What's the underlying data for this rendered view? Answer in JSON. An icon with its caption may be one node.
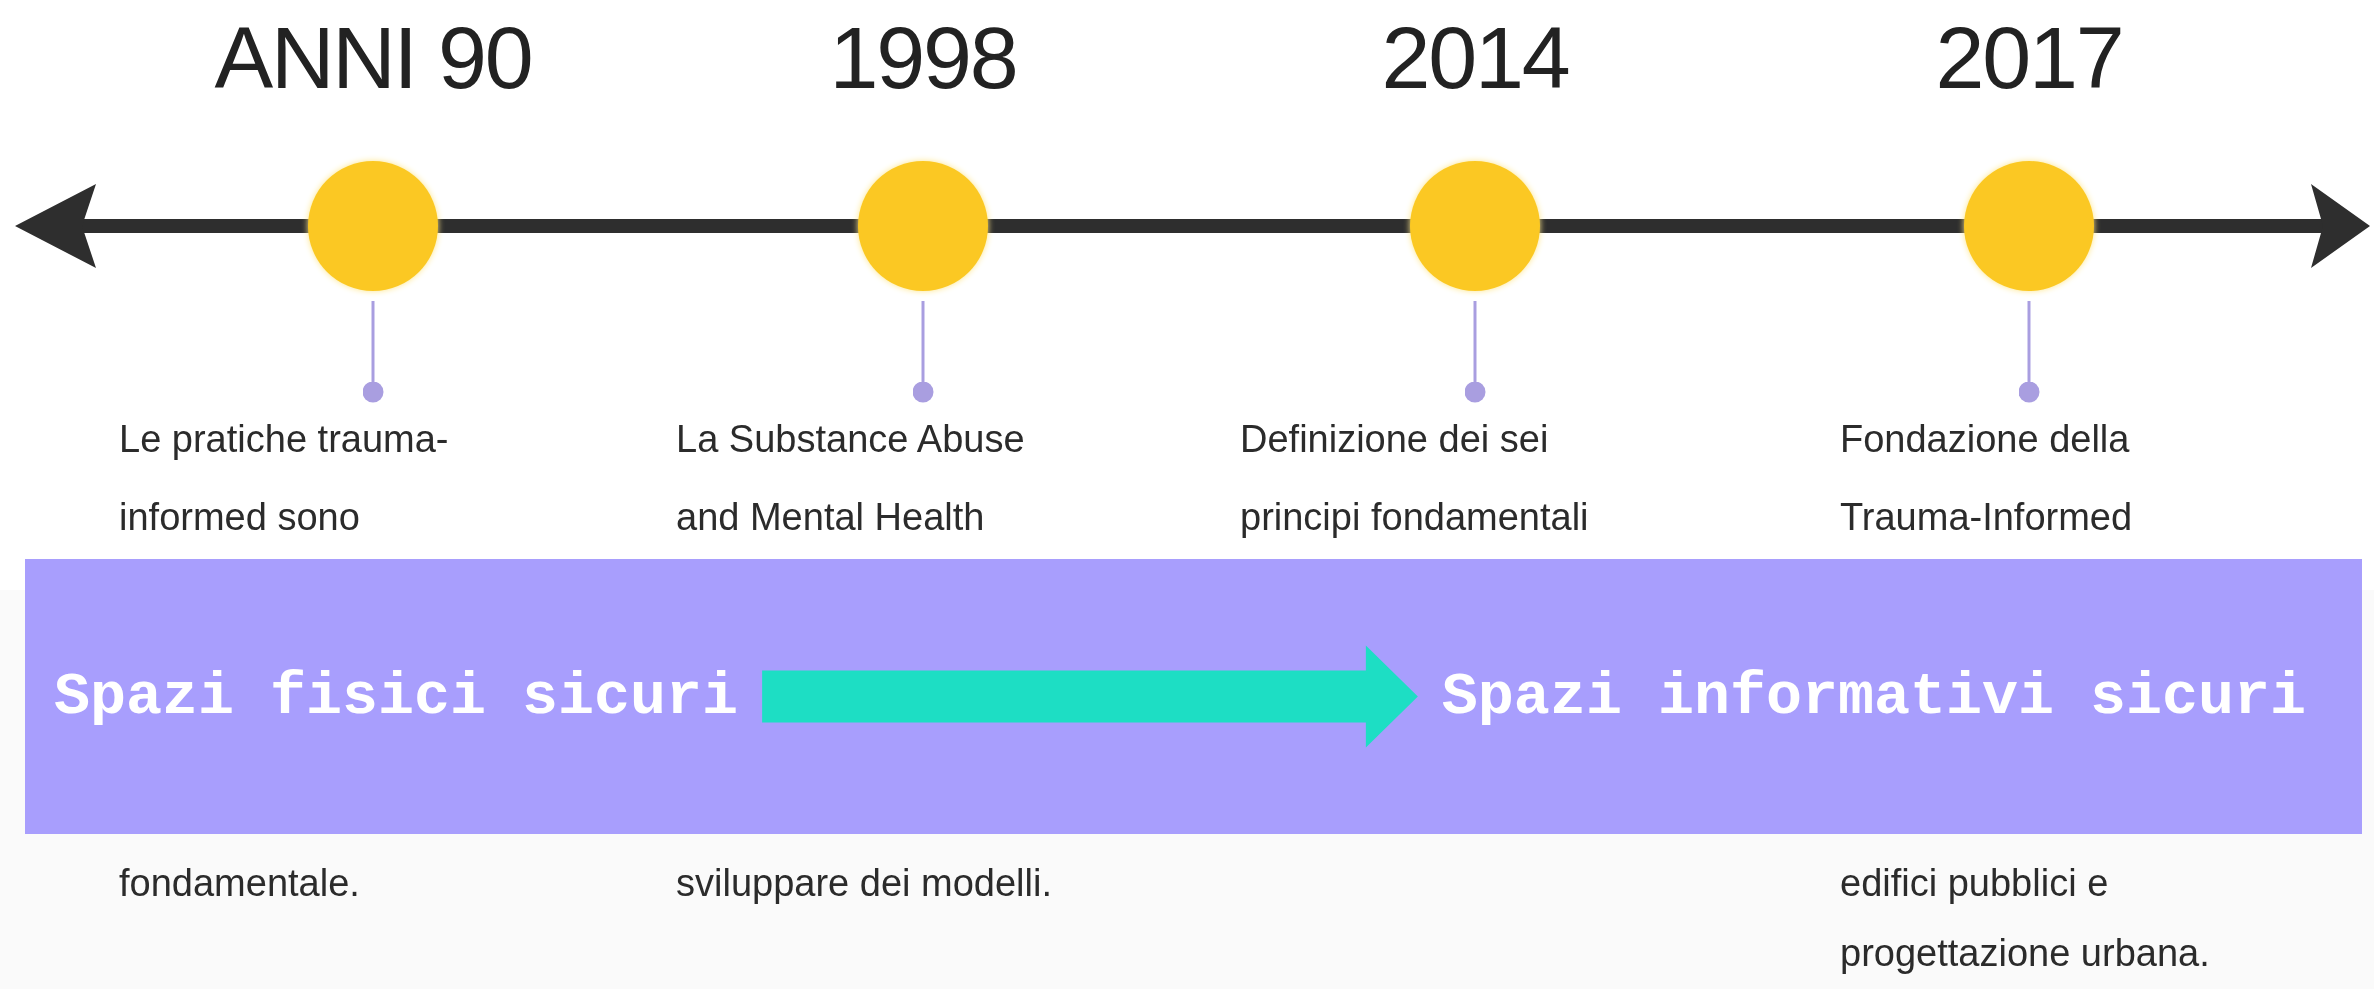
{
  "diagram": {
    "nodes": [
      {
        "text": [
          "ANNI 90"
        ]
      },
      {
        "text": [
          "1998"
        ]
      },
      {
        "text": [
          "2014"
        ]
      },
      {
        "text": [
          "2017"
        ]
      },
      {
        "text": [
          "Le pratiche trauma- informed sono",
          "fondamentale."
        ]
      },
      {
        "text": [
          "La Substance Abuse and Mental Health",
          "sviluppare dei modelli."
        ]
      },
      {
        "text": [
          "Definizione dei sei principi fondamentali"
        ]
      },
      {
        "text": [
          "Fondazione della Trauma-Informed",
          "edifici pubblici e progettazione urbana."
        ]
      },
      {
        "text": [],
        "shape": "box"
      },
      {
        "text": [
          "Spazi fisici sicuri"
        ],
        "in": 8
      },
      {
        "text": [
          "Spazi informativi sicuri"
        ],
        "in": 8
      }
    ],
    "edges": [
      {
        "from": 0,
        "to": 4,
        "arrow": "other",
        "color": "#a99ee0"
      },
      {
        "from": 1,
        "to": 5,
        "arrow": "other",
        "color": "#a99ee0"
      },
      {
        "from": 2,
        "to": 6,
        "arrow": "other",
        "color": "#a99ee0"
      },
      {
        "from": 3,
        "to": 7,
        "arrow": "other",
        "color": "#a99ee0"
      },
      {
        "from": 9,
        "to": 10,
        "arrow": "to",
        "style": "thick",
        "color": "#1ddec4"
      }
    ]
  }
}
